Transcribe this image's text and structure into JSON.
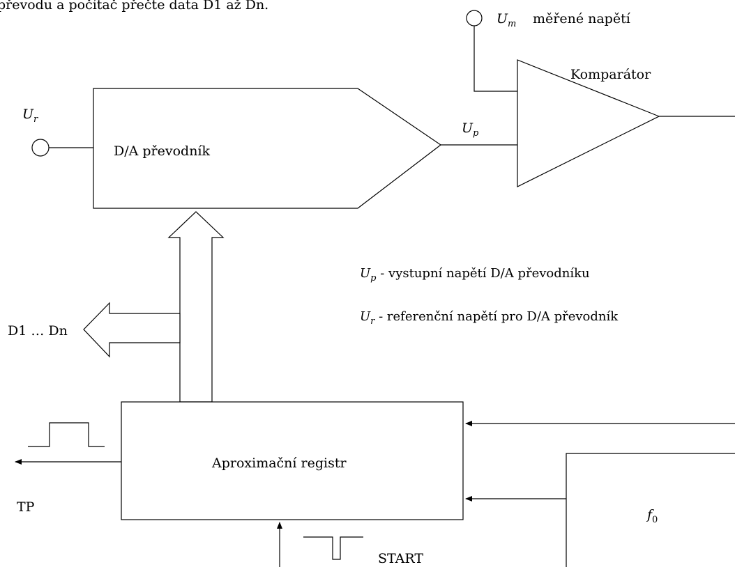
{
  "header_text": "převodu a počítač přečte data D1 až Dn.",
  "measured_voltage": {
    "symbol": "U",
    "subscript": "m",
    "label": "měřené napětí"
  },
  "comparator": {
    "label": "Komparátor"
  },
  "reference_voltage": {
    "symbol": "U",
    "subscript": "r"
  },
  "dac": {
    "label": "D/A převodník"
  },
  "dac_output": {
    "symbol": "U",
    "subscript": "p"
  },
  "legend": [
    {
      "symbol": "U",
      "subscript": "p",
      "text": " - vystupní napětí D/A převodníku"
    },
    {
      "symbol": "U",
      "subscript": "r",
      "text": " - referenční napětí pro D/A převodník"
    }
  ],
  "data_bus": {
    "label": "D1 … Dn"
  },
  "register": {
    "label": "Aproximační registr"
  },
  "output_signal": {
    "label": "TP"
  },
  "start_signal": {
    "label": "START"
  },
  "clock": {
    "symbol": "f",
    "subscript": "0"
  }
}
